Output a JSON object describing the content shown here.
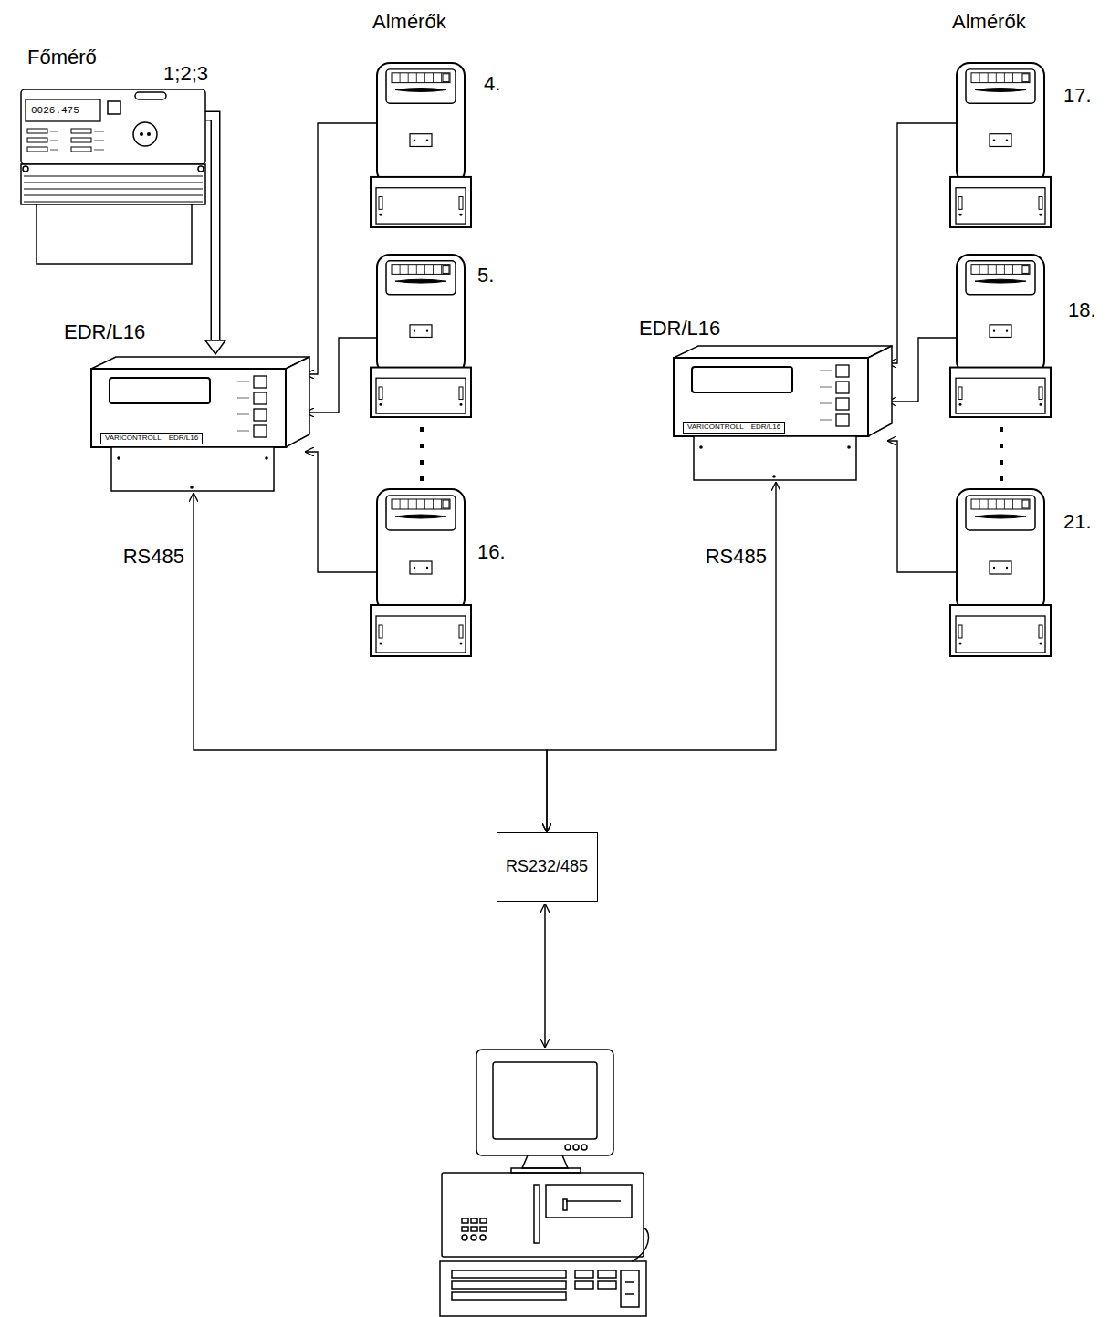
{
  "diagram": {
    "nodes": [
      {
        "text": [
          "Főmérő",
          "0026.475"
        ]
      },
      {
        "text": [
          "EDR/L16",
          "VARICONTROLL",
          "EDR/L16"
        ]
      },
      {
        "text": [
          "4."
        ]
      },
      {
        "text": [
          "5."
        ]
      },
      {
        "text": [
          "16."
        ]
      },
      {
        "text": [
          "EDR/L16",
          "VARICONTROLL",
          "EDR/L16"
        ]
      },
      {
        "text": [
          "17."
        ]
      },
      {
        "text": [
          "18."
        ]
      },
      {
        "text": [
          "21."
        ]
      },
      {
        "text": [
          "RS232/485"
        ]
      }
    ],
    "edges": [
      {
        "from": 0,
        "to": 1,
        "arrow": "to",
        "label": "1;2;3"
      },
      {
        "from": 2,
        "to": 1,
        "arrow": "to"
      },
      {
        "from": 3,
        "to": 1,
        "arrow": "to"
      },
      {
        "from": 4,
        "to": 1,
        "arrow": "to"
      },
      {
        "from": 6,
        "to": 5,
        "arrow": "to"
      },
      {
        "from": 7,
        "to": 5,
        "arrow": "to"
      },
      {
        "from": 8,
        "to": 5,
        "arrow": "to"
      },
      {
        "from": 1,
        "to": 9,
        "arrow": "both",
        "label": "RS485"
      },
      {
        "from": 5,
        "to": 9,
        "arrow": "both",
        "label": "RS485"
      }
    ],
    "labels": [
      "Almérők",
      "Almérők"
    ]
  }
}
